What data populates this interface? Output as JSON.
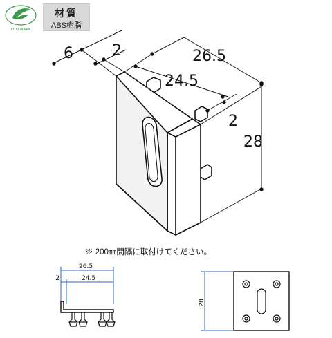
{
  "logo": {
    "badge_text": "ECO MARK",
    "leaf_color": "#3a9a4a"
  },
  "material": {
    "title": "材質",
    "value": "ABS樹脂"
  },
  "main_dimensions": {
    "thickness": "6",
    "offset": "2",
    "width_outer": "26.5",
    "width_inner": "24.5",
    "pin_offset": "2",
    "height": "28"
  },
  "note": "※ 200㎜間隔に取付けてください。",
  "side_view": {
    "width_outer": "26.5",
    "offset": "2",
    "width_inner": "24.5"
  },
  "front_view": {
    "height": "28"
  },
  "colors": {
    "line": "#111111",
    "dim_line": "#2a63c5",
    "face_shade": "#f2f2f2"
  }
}
